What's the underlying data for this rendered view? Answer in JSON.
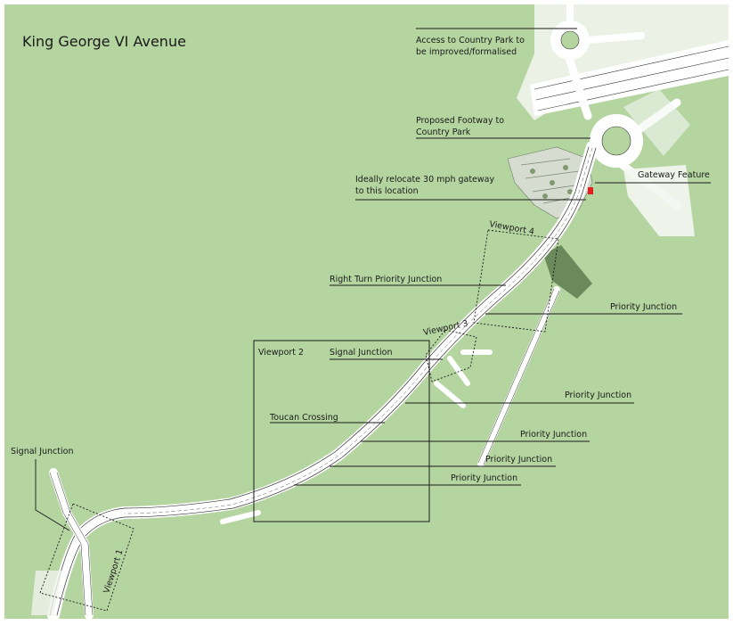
{
  "title": "King George VI Avenue",
  "colors": {
    "grass": "#b4d5a0",
    "road": "#ffffff",
    "road_marking": "#333333",
    "development": "#cfd8c8",
    "woodland": "#5e7d4f",
    "gateway_marker": "#e01f1f",
    "annotation": "#1a1a1a"
  },
  "annotations": {
    "access_country_park_line1": "Access to Country Park to",
    "access_country_park_line2": "be improved/formalised",
    "footway_line1": "Proposed Footway to",
    "footway_line2": "Country Park",
    "relocate_line1": "Ideally relocate 30 mph gateway",
    "relocate_line2": "to this location",
    "gateway_feature": "Gateway Feature",
    "right_turn": "Right Turn Priority Junction",
    "priority_1": "Priority Junction",
    "signal_junction_main": "Signal Junction",
    "priority_2": "Priority Junction",
    "toucan": "Toucan Crossing",
    "priority_3": "Priority Junction",
    "priority_4": "Priority Junction",
    "priority_5": "Priority Junction",
    "signal_junction_west": "Signal Junction"
  },
  "viewports": {
    "vp1": "Viewport 1",
    "vp2": "Viewport 2",
    "vp3": "Viewport 3",
    "vp4": "Viewport 4"
  }
}
